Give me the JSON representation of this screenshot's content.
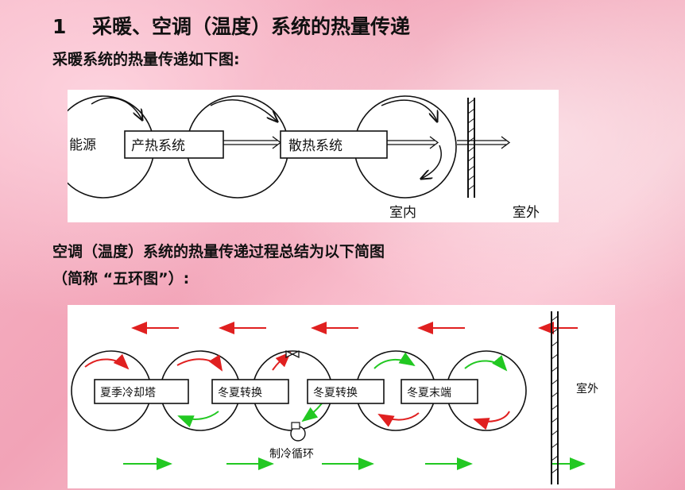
{
  "title": {
    "number": "1",
    "text": "采暖、空调（温度）系统的热量传递"
  },
  "heating_caption": "采暖系统的热量传递如下图:",
  "heating_diagram": {
    "source": "能源",
    "box1": "产热系统",
    "box2": "散热系统",
    "indoor": "室内",
    "outdoor": "室外"
  },
  "ac_caption_line1": "空调（温度）系统的热量传递过程总结为以下简图",
  "ac_caption_line2": "（简称 “五环图”）:",
  "ac_diagram": {
    "box1": "夏季冷却塔",
    "box2": "冬夏转换",
    "box3": "冬夏转换",
    "box4": "冬夏末端",
    "outdoor": "室外",
    "pump_label": "制冷循环"
  },
  "colors": {
    "red_arrow": "#e02020",
    "green_arrow": "#22c822"
  }
}
